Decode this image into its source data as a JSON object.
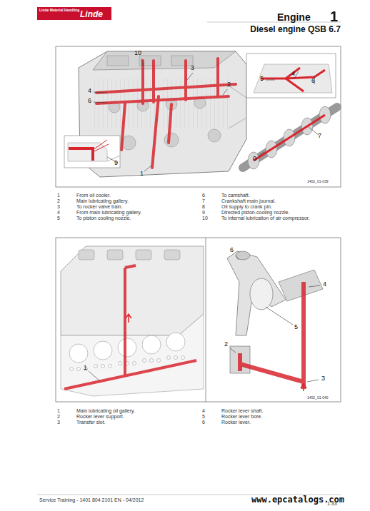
{
  "diagram": {
    "title": "Diesel engine QSB 6.7",
    "labels": [
      "Linde Material Handling",
      "Linde",
      "Engine",
      "1",
      "10",
      "3",
      "4",
      "6",
      "2",
      "5",
      "4",
      "6",
      "7",
      "0",
      "9",
      "1",
      "1402_01-039",
      "1",
      "From oil cooler.",
      "6",
      "To camshaft.",
      "2",
      "Main lubricating gallery.",
      "7",
      "Crankshaft main journal.",
      "3",
      "To rocker valve train.",
      "8",
      "Oil supply to crank pin.",
      "4",
      "From main lubricating gallery.",
      "9",
      "Directed piston-cooling nozzle.",
      "5",
      "To piston cooling nozzle.",
      "10",
      "To internal lubrication of air compressor.",
      "6",
      "4",
      "5",
      "2",
      "1",
      "3",
      "1402_01-040",
      "1",
      "Main lubricating oil gallery.",
      "4",
      "Rocker lever shaft.",
      "2",
      "Rocker lever support.",
      "5",
      "Rocker lever bore.",
      "3",
      "Transfer slot.",
      "6",
      "Rocker lever.",
      "Service Training - 1401 804 2101 EN - 04/2012",
      "www.epcatalogs.com",
      "1.33"
    ]
  }
}
